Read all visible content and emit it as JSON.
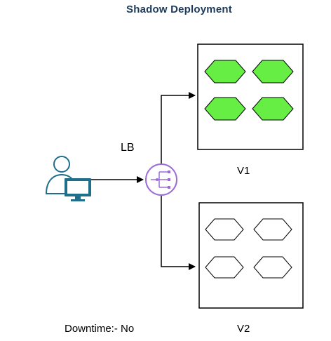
{
  "diagram": {
    "title": "Shadow Deployment",
    "load_balancer_label": "LB",
    "version_1_label": "V1",
    "version_2_label": "V2",
    "downtime_label": "Downtime:- No"
  },
  "colors": {
    "title_text": "#1b3a5c",
    "active_hexagon_fill": "#66ee44",
    "inactive_hexagon_fill": "#ffffff",
    "load_balancer_stroke": "#9b6bd8",
    "user_icon_stroke": "#1f6e8c",
    "monitor_fill": "#1f6e8c",
    "line_color": "#000000"
  },
  "icons": {
    "user": "user-at-computer-icon",
    "load_balancer": "load-balancer-icon",
    "instance": "hexagon-icon"
  },
  "servers": [
    {
      "version": "V1",
      "status": "active",
      "instance_count": 4
    },
    {
      "version": "V2",
      "status": "inactive",
      "instance_count": 4
    }
  ]
}
